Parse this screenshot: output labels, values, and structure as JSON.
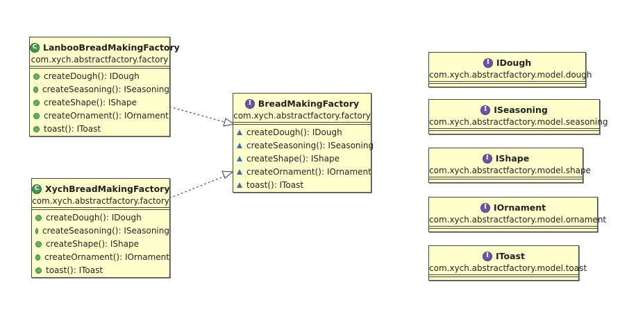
{
  "lanboo": {
    "title": "LanbooBreadMakingFactory",
    "package": "com.xych.abstractfactory.factory",
    "methods": [
      "createDough(): IDough",
      "createSeasoning(): ISeasoning",
      "createShape(): IShape",
      "createOrnament(): IOrnament",
      "toast(): IToast"
    ]
  },
  "xych": {
    "title": "XychBreadMakingFactory",
    "package": "com.xych.abstractfactory.factory",
    "methods": [
      "createDough(): IDough",
      "createSeasoning(): ISeasoning",
      "createShape(): IShape",
      "createOrnament(): IOrnament",
      "toast(): IToast"
    ]
  },
  "bmf": {
    "title": "BreadMakingFactory",
    "package": "com.xych.abstractfactory.factory",
    "methods": [
      "createDough(): IDough",
      "createSeasoning(): ISeasoning",
      "createShape(): IShape",
      "createOrnament(): IOrnament",
      "toast(): IToast"
    ]
  },
  "idough": {
    "title": "IDough",
    "package": "com.xych.abstractfactory.model.dough"
  },
  "iseasoning": {
    "title": "ISeasoning",
    "package": "com.xych.abstractfactory.model.seasoning"
  },
  "ishape": {
    "title": "IShape",
    "package": "com.xych.abstractfactory.model.shape"
  },
  "iornament": {
    "title": "IOrnament",
    "package": "com.xych.abstractfactory.model.ornament"
  },
  "itoast": {
    "title": "IToast",
    "package": "com.xych.abstractfactory.model.toast"
  },
  "icons": {
    "class": "C",
    "interface": "I"
  }
}
